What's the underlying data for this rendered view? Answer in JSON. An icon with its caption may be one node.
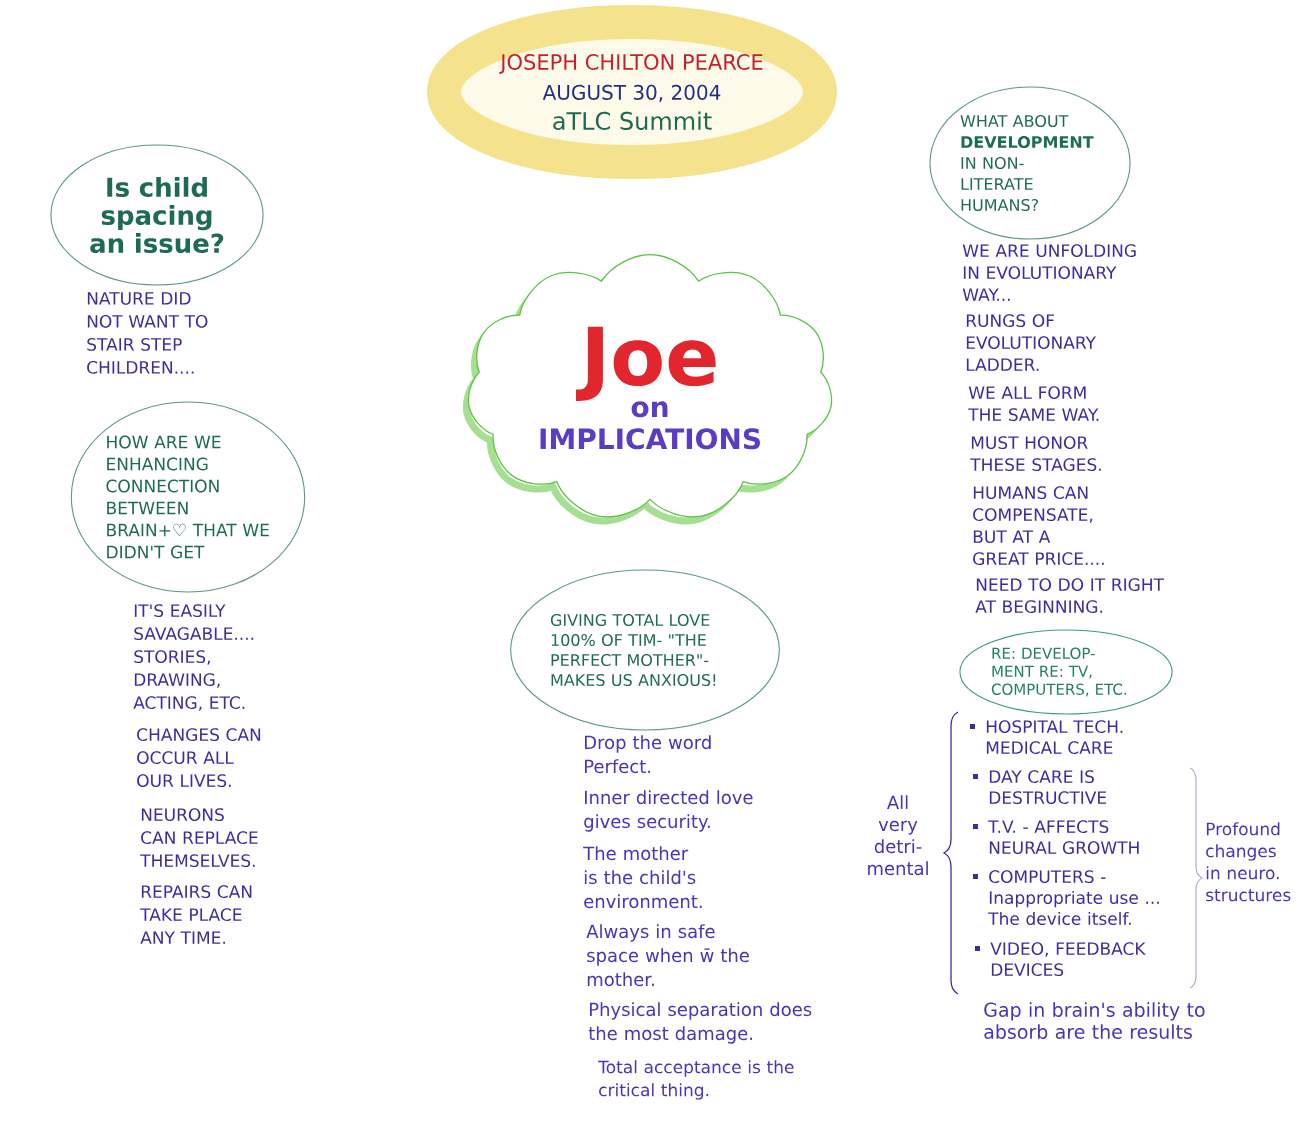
{
  "diagram": {
    "nodes": [
      {
        "text": [
          "JOSEPH CHILTON PEARCE",
          "AUGUST 30, 2004",
          "aTLC Summit"
        ]
      },
      {
        "text": [
          "Is child spacing an issue?"
        ],
        "beside": [
          "NATURE DID NOT WANT TO STAIR STEP CHILDREN...."
        ]
      },
      {
        "text": [
          "HOW ARE WE ENHANCING CONNECTION BETWEEN BRAIN+♡ THAT WE DIDN'T GET"
        ],
        "beside": [
          "IT'S EASILY SAVAGABLE.... STORIES, DRAWING, ACTING, ETC.",
          "CHANGES CAN OCCUR ALL OUR LIVES.",
          "NEURONS CAN REPLACE THEMSELVES.",
          "REPAIRS CAN TAKE PLACE ANY TIME."
        ]
      },
      {
        "text": [
          "Joe",
          "on IMPLICATIONS"
        ]
      },
      {
        "text": [
          "GIVING TOTAL LOVE 100% OF TIM- \"THE PERFECT MOTHER\"- MAKES US ANXIOUS!"
        ],
        "beside": [
          "Drop the word Perfect.",
          "Inner directed love gives security.",
          "The mother is the child's environment.",
          "Always in safe space when w̄ the mother.",
          "Physical separation does the most damage.",
          "Total acceptance is the critical thing."
        ]
      },
      {
        "text": [
          "WHAT ABOUT **DEVELOPMENT** IN NON- LITERATE HUMANS?"
        ],
        "beside": [
          "WE ARE UNFOLDING IN EVOLUTIONARY WAY...",
          "RUNGS OF EVOLUTIONARY LADDER.",
          "WE ALL FORM THE SAME WAY.",
          "MUST HONOR THESE STAGES.",
          "HUMANS CAN COMPENSATE, BUT AT A GREAT PRICE....",
          "NEED TO DO IT RIGHT AT BEGINNING."
        ]
      },
      {
        "text": [
          "RE: DEVELOP- MENT RE: TV, COMPUTERS, ETC."
        ],
        "beside": [
          "HOSPITAL TECH. MEDICAL CARE",
          "DAY CARE IS DESTRUCTIVE",
          "T.V. - AFFECTS NEURAL GROWTH",
          "COMPUTERS - Inappropriate use ... The device itself.",
          "VIDEO, FEEDBACK DEVICES"
        ]
      }
    ],
    "labels": [
      "All very detri- mental",
      "Profound changes in neuro. structures",
      "Gap in brain's ability to absorb are the results"
    ]
  }
}
